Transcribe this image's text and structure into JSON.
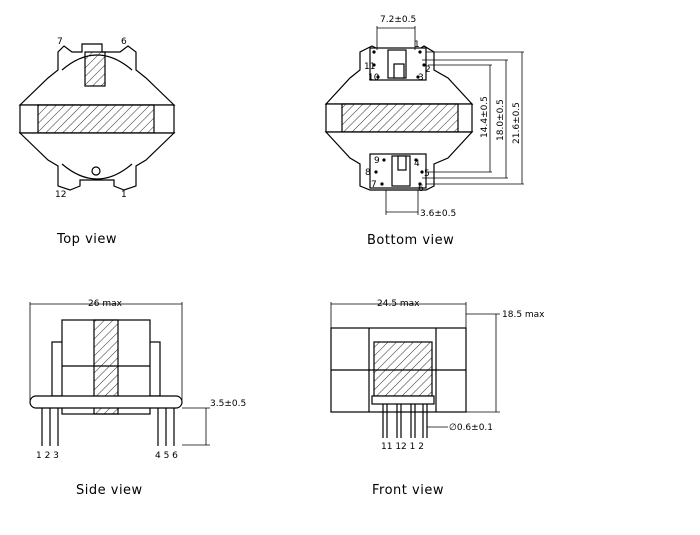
{
  "views": {
    "top": {
      "caption": "Top view",
      "pins": {
        "p7": "7",
        "p6": "6",
        "p12": "12",
        "p1": "1"
      }
    },
    "bottom": {
      "caption": "Bottom view",
      "pins": {
        "p1": "1",
        "p2": "2",
        "p3": "3",
        "p10": "10",
        "p11": "11",
        "p9": "9",
        "p8": "8",
        "p7": "7",
        "p4": "4",
        "p5": "5",
        "p6": "6"
      },
      "dims": {
        "width_top": "7.2±0.5",
        "pitch_bottom": "3.6±0.5",
        "h1": "14.4±0.5",
        "h2": "18.0±0.5",
        "h3": "21.6±0.5"
      }
    },
    "side": {
      "caption": "Side view",
      "dims": {
        "width": "26 max",
        "pin_len": "3.5±0.5"
      },
      "pins_left": "1 2 3",
      "pins_right": "4 5 6"
    },
    "front": {
      "caption": "Front view",
      "dims": {
        "width": "24.5 max",
        "height": "18.5 max",
        "pin_dia": "∅0.6±0.1"
      },
      "pins": "11 12  1  2"
    }
  }
}
